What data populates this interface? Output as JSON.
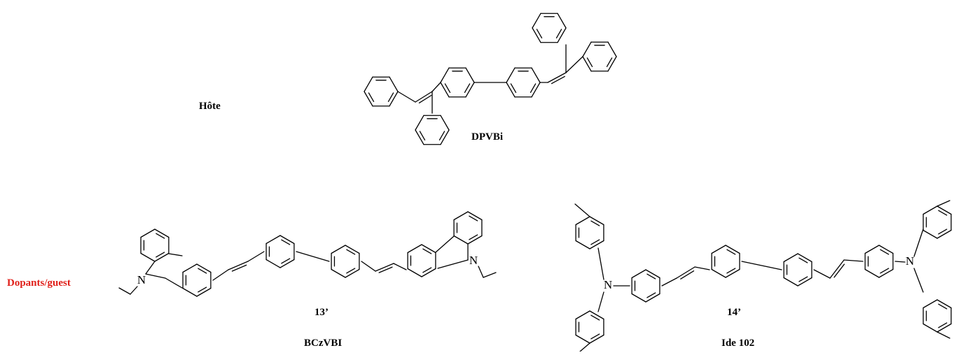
{
  "labels": {
    "host": "Hôte",
    "dopants": "Dopants/guest"
  },
  "molecules": {
    "dpvbi": {
      "name": "DPVBi"
    },
    "bczvbi": {
      "number": "13’",
      "name": "BCzVBI"
    },
    "ide102": {
      "number": "14’",
      "name": "Ide 102"
    }
  },
  "atoms": {
    "nitrogen": "N"
  },
  "colors": {
    "accent_red": "#e0201a",
    "ink": "#000000"
  }
}
